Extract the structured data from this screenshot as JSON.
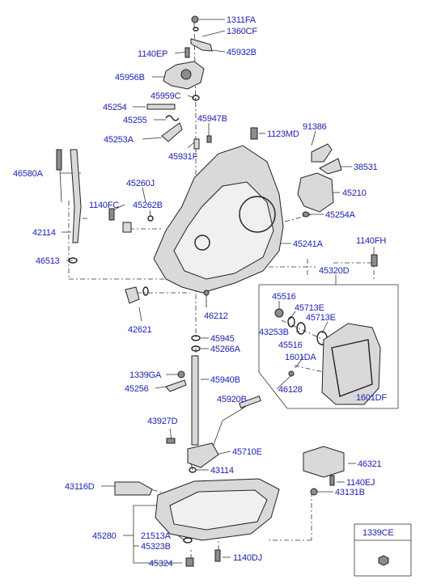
{
  "diagram": {
    "parts": [
      {
        "id": "p1311FA",
        "code": "1311FA"
      },
      {
        "id": "p1360CF",
        "code": "1360CF"
      },
      {
        "id": "p1140EP",
        "code": "1140EP"
      },
      {
        "id": "p45932B",
        "code": "45932B"
      },
      {
        "id": "p45956B",
        "code": "45956B"
      },
      {
        "id": "p45959C",
        "code": "45959C"
      },
      {
        "id": "p45254",
        "code": "45254"
      },
      {
        "id": "p45255",
        "code": "45255"
      },
      {
        "id": "p45947B",
        "code": "45947B"
      },
      {
        "id": "p45253A",
        "code": "45253A"
      },
      {
        "id": "p1123MD",
        "code": "1123MD"
      },
      {
        "id": "p91386",
        "code": "91386"
      },
      {
        "id": "p45931F",
        "code": "45931F"
      },
      {
        "id": "p38531",
        "code": "38531"
      },
      {
        "id": "p46580A",
        "code": "46580A"
      },
      {
        "id": "p45260J",
        "code": "45260J"
      },
      {
        "id": "p45210",
        "code": "45210"
      },
      {
        "id": "p1140FC",
        "code": "1140FC"
      },
      {
        "id": "p45262B",
        "code": "45262B"
      },
      {
        "id": "p45254A",
        "code": "45254A"
      },
      {
        "id": "p42114",
        "code": "42114"
      },
      {
        "id": "p45241A",
        "code": "45241A"
      },
      {
        "id": "p1140FH",
        "code": "1140FH"
      },
      {
        "id": "p46513",
        "code": "46513"
      },
      {
        "id": "p45320D",
        "code": "45320D"
      },
      {
        "id": "p45516a",
        "code": "45516"
      },
      {
        "id": "p45713Ea",
        "code": "45713E"
      },
      {
        "id": "p46212",
        "code": "46212"
      },
      {
        "id": "p43253B",
        "code": "43253B"
      },
      {
        "id": "p45713Eb",
        "code": "45713E"
      },
      {
        "id": "p42621",
        "code": "42621"
      },
      {
        "id": "p45516b",
        "code": "45516"
      },
      {
        "id": "p45945",
        "code": "45945"
      },
      {
        "id": "p45266A",
        "code": "45266A"
      },
      {
        "id": "p1601DA",
        "code": "1601DA"
      },
      {
        "id": "p1339GA",
        "code": "1339GA"
      },
      {
        "id": "p45940B",
        "code": "45940B"
      },
      {
        "id": "p45256",
        "code": "45256"
      },
      {
        "id": "p46128",
        "code": "46128"
      },
      {
        "id": "p1601DF",
        "code": "1601DF"
      },
      {
        "id": "p45920B",
        "code": "45920B"
      },
      {
        "id": "p43927D",
        "code": "43927D"
      },
      {
        "id": "p45710E",
        "code": "45710E"
      },
      {
        "id": "p46321",
        "code": "46321"
      },
      {
        "id": "p43114",
        "code": "43114"
      },
      {
        "id": "p43116D",
        "code": "43116D"
      },
      {
        "id": "p1140EJ",
        "code": "1140EJ"
      },
      {
        "id": "p43131B",
        "code": "43131B"
      },
      {
        "id": "p45280",
        "code": "45280"
      },
      {
        "id": "p21513A",
        "code": "21513A"
      },
      {
        "id": "p45323B",
        "code": "45323B"
      },
      {
        "id": "p1339CE",
        "code": "1339CE"
      },
      {
        "id": "p45324",
        "code": "45324"
      },
      {
        "id": "p1140DJ",
        "code": "1140DJ"
      }
    ]
  },
  "colors": {
    "label": "#1a1fae",
    "line": "#333333"
  }
}
